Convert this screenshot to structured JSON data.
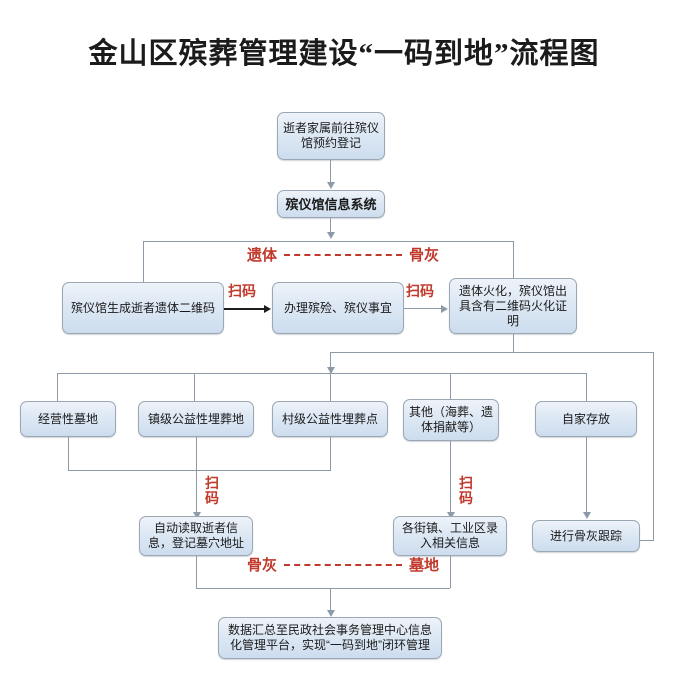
{
  "page": {
    "title": "金山区殡葬管理建设“一码到地”流程图",
    "accent_red": "#c0392b",
    "node_border": "#9aa7b4",
    "node_fill": "#dde8f4",
    "connector": "#8d9aa8"
  },
  "nodes": {
    "family_register": "逝者家属前往殡仪馆预约登记",
    "funeral_info_system": "殡仪馆信息系统",
    "generate_qr": "殡仪馆生成逝者遗体二维码",
    "handle_funeral": "办理殡殓、殡仪事宜",
    "cremation_cert": "遗体火化，殡仪馆出具含有二维码火化证明",
    "commercial_cemetery": "经营性墓地",
    "town_public_burial": "镇级公益性埋葬地",
    "village_public_burial": "村级公益性埋葬点",
    "other_burial": "其他（海葬、遗体捐献等）",
    "home_storage": "自家存放",
    "auto_read_info": "自动读取逝者信息，登记墓穴地址",
    "street_town_entry": "各街镇、工业区录入相关信息",
    "ash_tracking": "进行骨灰跟踪",
    "data_platform": "数据汇总至民政社会事务管理中心信息化管理平台，实现“一码到地”闭环管理"
  },
  "labels": {
    "scan_1": "扫码",
    "scan_2": "扫码",
    "scan_left": "扫码",
    "scan_right": "扫码",
    "split_top_left": "遗体",
    "split_top_right": "骨灰",
    "split_bottom_left": "骨灰",
    "split_bottom_right": "墓地"
  }
}
